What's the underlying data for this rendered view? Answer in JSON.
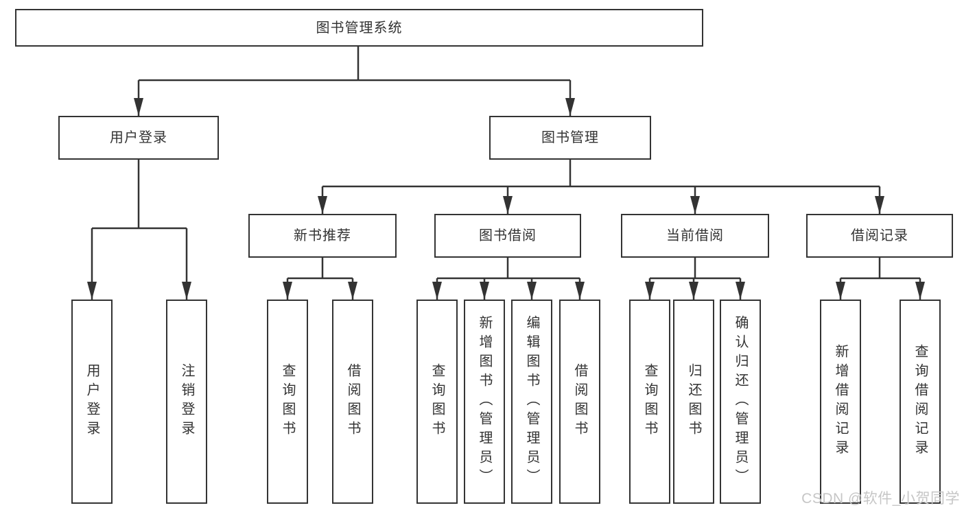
{
  "diagram": {
    "root": "图书管理系统",
    "branches": [
      {
        "label": "用户登录",
        "children": [
          "用户登录",
          "注销登录"
        ]
      },
      {
        "label": "图书管理",
        "sections": [
          {
            "label": "新书推荐",
            "children": [
              "查询图书",
              "借阅图书"
            ]
          },
          {
            "label": "图书借阅",
            "children": [
              "查询图书",
              "新增图书（管理员）",
              "编辑图书（管理员）",
              "借阅图书"
            ]
          },
          {
            "label": "当前借阅",
            "children": [
              "查询图书",
              "归还图书",
              "确认归还（管理员）"
            ]
          },
          {
            "label": "借阅记录",
            "children": [
              "新增借阅记录",
              "查询借阅记录"
            ]
          }
        ]
      }
    ]
  },
  "watermark": {
    "text": "CSDN @软件_小贺同学"
  },
  "colors": {
    "line": "#333333",
    "text": "#333333",
    "box_bg": "#ffffff",
    "page_bg": "#ffffff",
    "watermark": "#c6c6c6"
  }
}
